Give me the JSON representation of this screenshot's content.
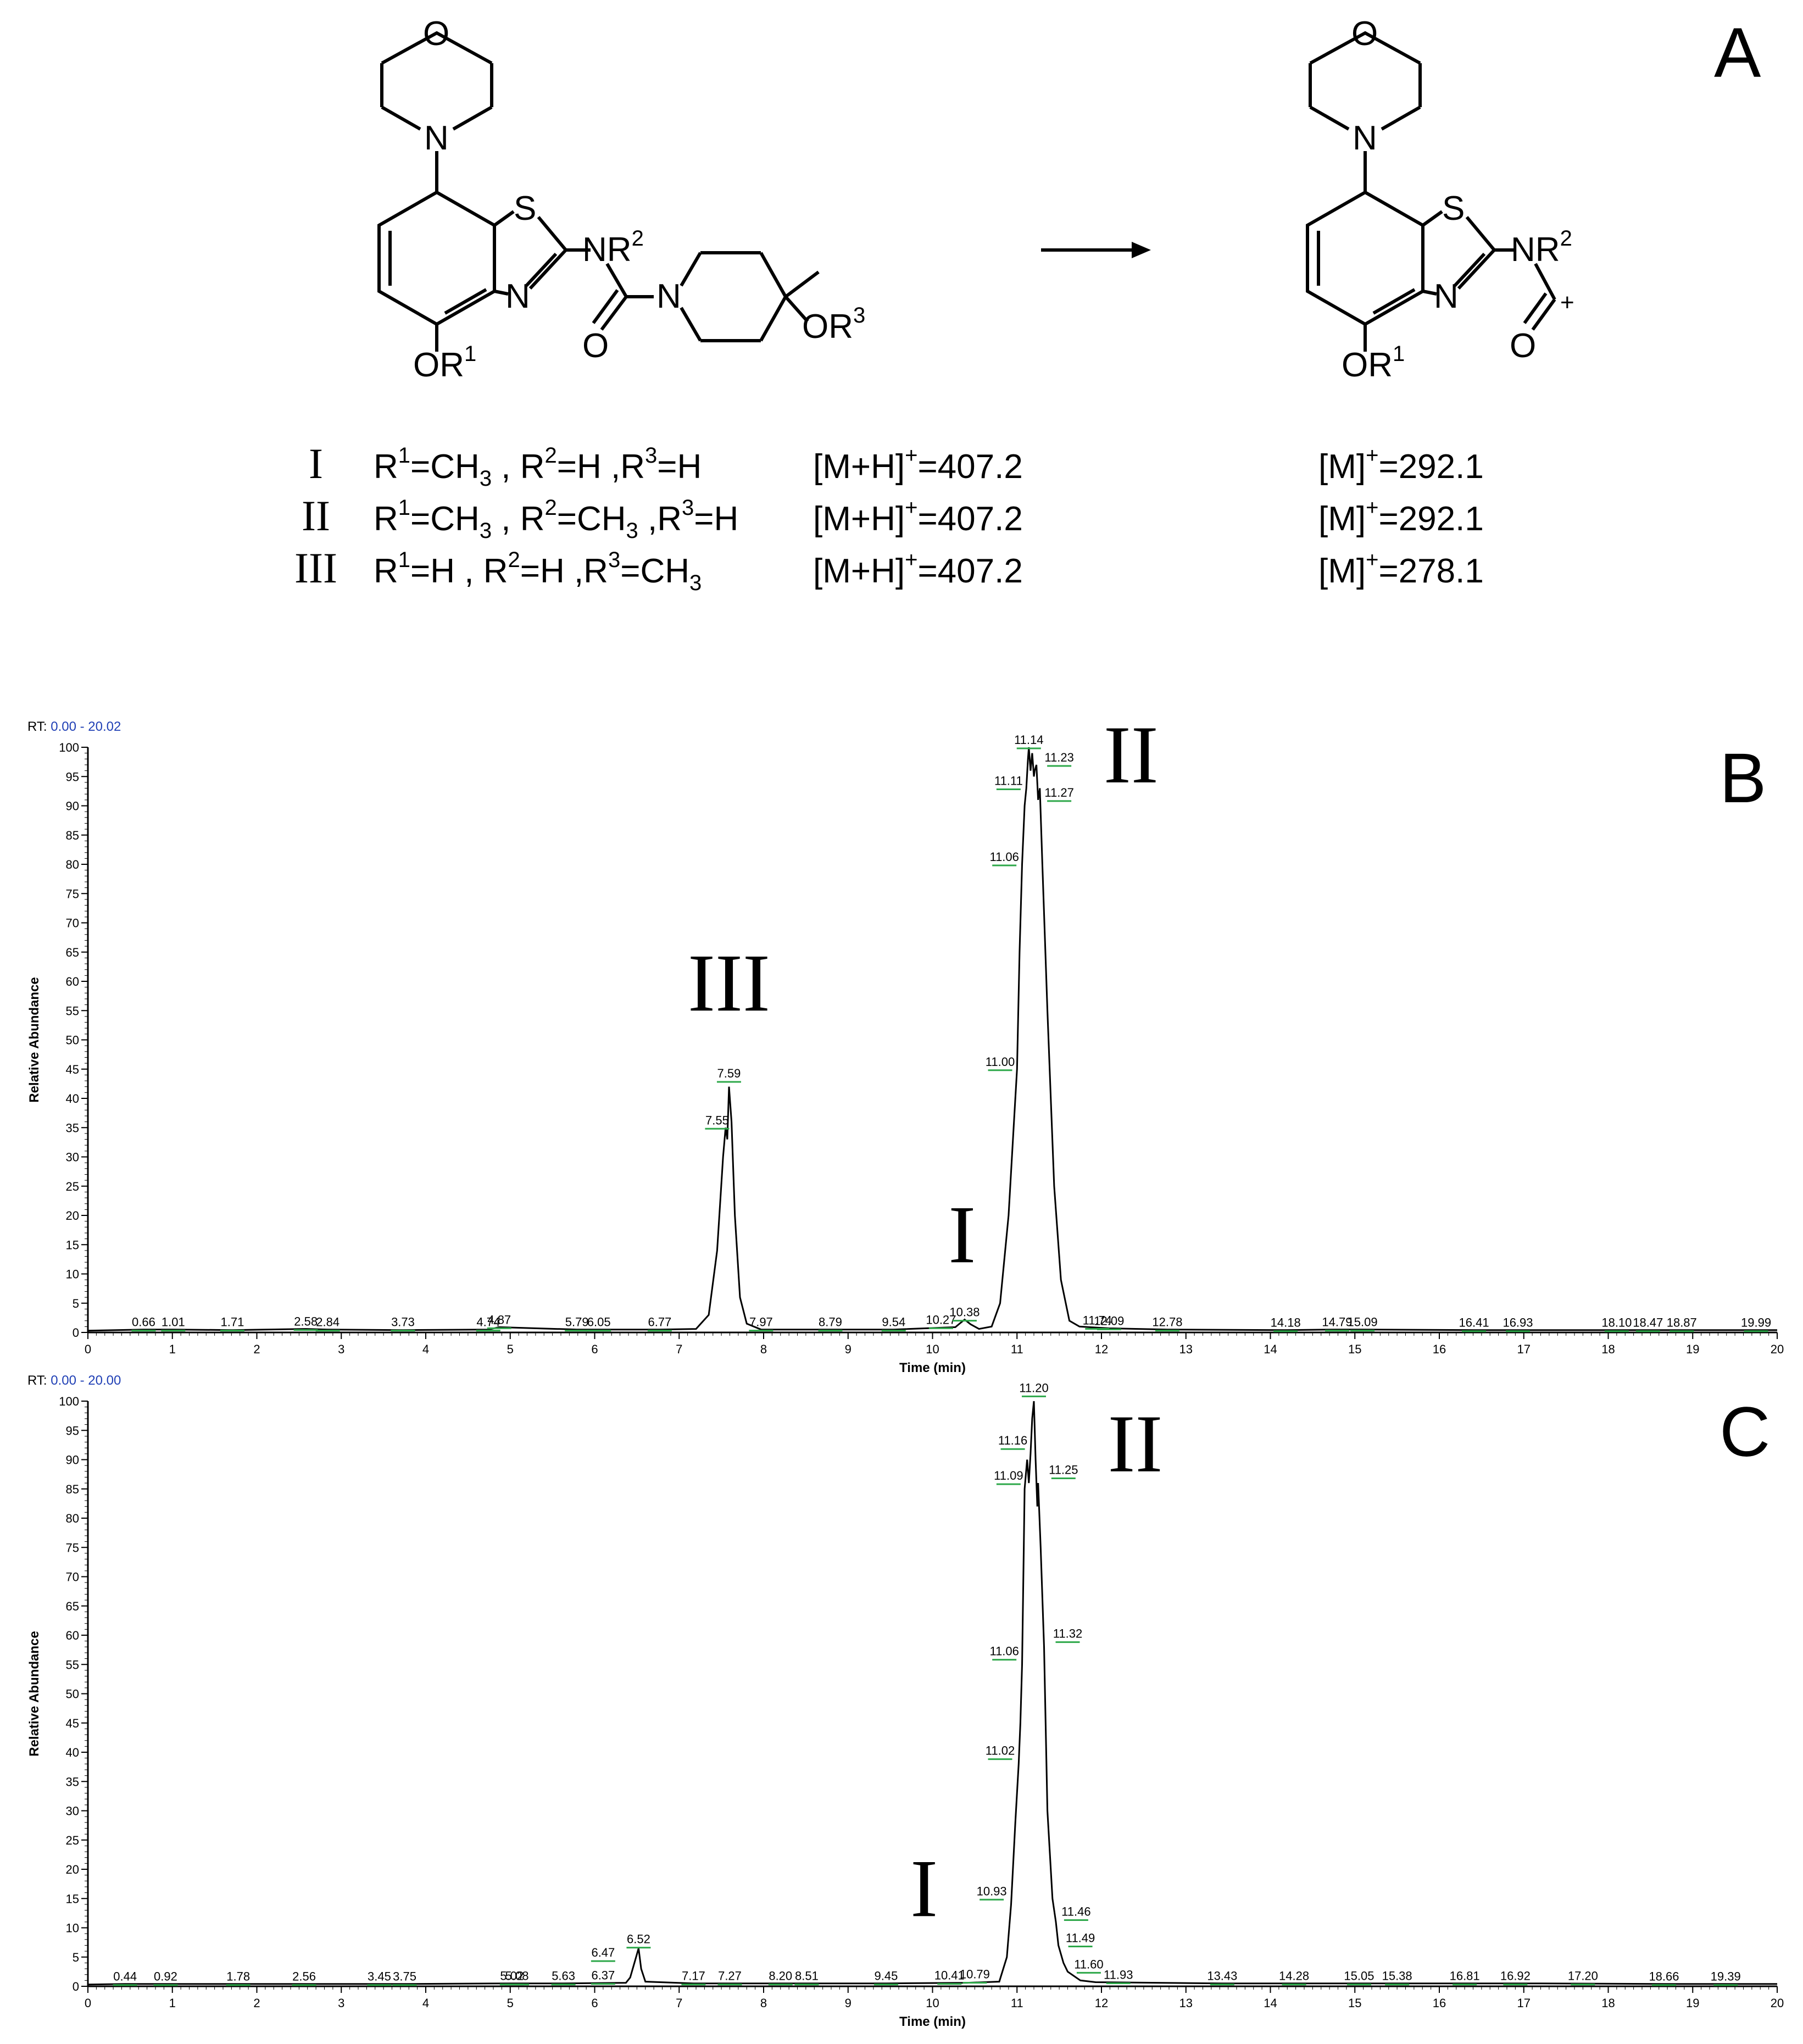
{
  "panel_a": {
    "letter": "A",
    "reactant_substituents": {
      "r1": "OR",
      "r1_sup": "1",
      "r2": "NR",
      "r2_sup": "2",
      "r3": "OR",
      "r3_sup": "3",
      "carbonyl_o": "O",
      "s": "S",
      "n_ring": "N",
      "n_amide": "N",
      "morph_o": "O",
      "morph_n": "N"
    },
    "product_substituents": {
      "r1": "OR",
      "r1_sup": "1",
      "r2": "NR",
      "r2_sup": "2",
      "acylium_o": "O",
      "charge": "+",
      "s": "S",
      "n_ring": "N",
      "morph_o": "O",
      "morph_n": "N"
    },
    "compounds": [
      {
        "id": "I",
        "r1": "CH",
        "r1_sub": "3",
        "r2": "H",
        "r2_sub": "",
        "r3": "H",
        "r3_sub": "",
        "precursor": "407.2",
        "product": "292.1"
      },
      {
        "id": "II",
        "r1": "CH",
        "r1_sub": "3",
        "r2": "CH",
        "r2_sub": "3",
        "r3": "H",
        "r3_sub": "",
        "precursor": "407.2",
        "product": "292.1"
      },
      {
        "id": "III",
        "r1": "H",
        "r1_sub": "",
        "r2": "H",
        "r2_sub": "",
        "r3": "CH",
        "r3_sub": "3",
        "precursor": "407.2",
        "product": "278.1"
      }
    ],
    "precursor_label": "[M+H]",
    "precursor_sup": "+",
    "product_label": "[M]",
    "product_sup": "+"
  },
  "chart_data": [
    {
      "type": "line",
      "panel": "B",
      "rt_label": "RT:",
      "rt_range": "0.00 - 20.02",
      "xlabel": "Time (min)",
      "ylabel": "Relative Abundance",
      "xlim": [
        0,
        20
      ],
      "ylim": [
        0,
        100
      ],
      "peak_labels": [
        {
          "text": "III",
          "x": 7.59,
          "y": 55
        },
        {
          "text": "I",
          "x": 10.35,
          "y": 12
        },
        {
          "text": "II",
          "x": 12.35,
          "y": 94
        }
      ],
      "trace": [
        [
          0,
          0.3
        ],
        [
          0.66,
          0.5
        ],
        [
          1.01,
          0.5
        ],
        [
          1.71,
          0.4
        ],
        [
          2.58,
          0.6
        ],
        [
          2.84,
          0.5
        ],
        [
          3.73,
          0.4
        ],
        [
          4.74,
          0.5
        ],
        [
          4.87,
          0.9
        ],
        [
          5.79,
          0.5
        ],
        [
          6.05,
          0.5
        ],
        [
          6.77,
          0.5
        ],
        [
          7.2,
          0.6
        ],
        [
          7.35,
          3
        ],
        [
          7.45,
          14
        ],
        [
          7.52,
          30
        ],
        [
          7.55,
          35
        ],
        [
          7.57,
          33
        ],
        [
          7.59,
          42
        ],
        [
          7.62,
          36
        ],
        [
          7.66,
          20
        ],
        [
          7.72,
          6
        ],
        [
          7.8,
          1.5
        ],
        [
          7.97,
          0.5
        ],
        [
          8.79,
          0.5
        ],
        [
          9.54,
          0.5
        ],
        [
          10.27,
          0.9
        ],
        [
          10.32,
          1.5
        ],
        [
          10.38,
          2.2
        ],
        [
          10.45,
          1.4
        ],
        [
          10.55,
          0.6
        ],
        [
          10.7,
          1
        ],
        [
          10.8,
          5
        ],
        [
          10.9,
          20
        ],
        [
          10.96,
          35
        ],
        [
          11.0,
          45
        ],
        [
          11.03,
          65
        ],
        [
          11.06,
          80
        ],
        [
          11.09,
          90
        ],
        [
          11.11,
          93
        ],
        [
          11.13,
          98
        ],
        [
          11.14,
          100
        ],
        [
          11.16,
          96
        ],
        [
          11.18,
          99
        ],
        [
          11.2,
          95
        ],
        [
          11.21,
          96
        ],
        [
          11.23,
          97
        ],
        [
          11.25,
          91
        ],
        [
          11.27,
          93
        ],
        [
          11.3,
          80
        ],
        [
          11.36,
          55
        ],
        [
          11.44,
          25
        ],
        [
          11.52,
          9
        ],
        [
          11.62,
          2
        ],
        [
          11.74,
          1
        ],
        [
          12.09,
          0.7
        ],
        [
          12.78,
          0.5
        ],
        [
          14.18,
          0.4
        ],
        [
          14.79,
          0.5
        ],
        [
          15.09,
          0.5
        ],
        [
          16.41,
          0.4
        ],
        [
          16.93,
          0.4
        ],
        [
          18.1,
          0.4
        ],
        [
          18.47,
          0.4
        ],
        [
          18.87,
          0.4
        ],
        [
          19.99,
          0.4
        ],
        [
          20,
          0.4
        ]
      ],
      "annotations": [
        {
          "text": "0.66",
          "x": 0.66,
          "y": 0.5
        },
        {
          "text": "1.01",
          "x": 1.01,
          "y": 0.5
        },
        {
          "text": "1.71",
          "x": 1.71,
          "y": 0.5
        },
        {
          "text": "2.58",
          "x": 2.58,
          "y": 0.6
        },
        {
          "text": "2.84",
          "x": 2.84,
          "y": 0.5
        },
        {
          "text": "3.73",
          "x": 3.73,
          "y": 0.5
        },
        {
          "text": "4.74",
          "x": 4.74,
          "y": 0.5
        },
        {
          "text": "4.87",
          "x": 4.87,
          "y": 0.9
        },
        {
          "text": "5.79",
          "x": 5.79,
          "y": 0.5
        },
        {
          "text": "6.05",
          "x": 6.05,
          "y": 0.5
        },
        {
          "text": "6.77",
          "x": 6.77,
          "y": 0.5
        },
        {
          "text": "7.55",
          "x": 7.45,
          "y": 35
        },
        {
          "text": "7.59",
          "x": 7.59,
          "y": 43
        },
        {
          "text": "7.97",
          "x": 7.97,
          "y": 0.5
        },
        {
          "text": "8.79",
          "x": 8.79,
          "y": 0.5
        },
        {
          "text": "9.54",
          "x": 9.54,
          "y": 0.5
        },
        {
          "text": "10.27",
          "x": 10.1,
          "y": 0.9
        },
        {
          "text": "10.38",
          "x": 10.38,
          "y": 2.2
        },
        {
          "text": "11.00",
          "x": 10.8,
          "y": 45
        },
        {
          "text": "11.06",
          "x": 10.85,
          "y": 80
        },
        {
          "text": "11.11",
          "x": 10.9,
          "y": 93
        },
        {
          "text": "11.14",
          "x": 11.14,
          "y": 100
        },
        {
          "text": "11.23",
          "x": 11.5,
          "y": 97
        },
        {
          "text": "11.27",
          "x": 11.5,
          "y": 91
        },
        {
          "text": "11.74",
          "x": 11.95,
          "y": 0.8
        },
        {
          "text": "12.09",
          "x": 12.09,
          "y": 0.7
        },
        {
          "text": "12.78",
          "x": 12.78,
          "y": 0.5
        },
        {
          "text": "14.18",
          "x": 14.18,
          "y": 0.4
        },
        {
          "text": "14.79",
          "x": 14.79,
          "y": 0.5
        },
        {
          "text": "15.09",
          "x": 15.09,
          "y": 0.5
        },
        {
          "text": "16.41",
          "x": 16.41,
          "y": 0.4
        },
        {
          "text": "16.93",
          "x": 16.93,
          "y": 0.4
        },
        {
          "text": "18.10",
          "x": 18.1,
          "y": 0.4
        },
        {
          "text": "18.47",
          "x": 18.47,
          "y": 0.4
        },
        {
          "text": "18.87",
          "x": 18.87,
          "y": 0.4
        },
        {
          "text": "19.99",
          "x": 19.75,
          "y": 0.4
        }
      ]
    },
    {
      "type": "line",
      "panel": "C",
      "rt_label": "RT:",
      "rt_range": "0.00 - 20.00",
      "xlabel": "Time (min)",
      "ylabel": "Relative Abundance",
      "xlim": [
        0,
        20
      ],
      "ylim": [
        0,
        100
      ],
      "peak_labels": [
        {
          "text": "I",
          "x": 9.9,
          "y": 12
        },
        {
          "text": "II",
          "x": 12.4,
          "y": 88
        }
      ],
      "trace": [
        [
          0,
          0.3
        ],
        [
          0.44,
          0.4
        ],
        [
          0.92,
          0.4
        ],
        [
          1.78,
          0.4
        ],
        [
          2.56,
          0.4
        ],
        [
          3.45,
          0.4
        ],
        [
          3.75,
          0.4
        ],
        [
          5.02,
          0.5
        ],
        [
          5.08,
          0.5
        ],
        [
          5.63,
          0.5
        ],
        [
          6.37,
          0.6
        ],
        [
          6.42,
          1.5
        ],
        [
          6.47,
          4
        ],
        [
          6.5,
          5.5
        ],
        [
          6.52,
          6.5
        ],
        [
          6.55,
          3
        ],
        [
          6.6,
          0.8
        ],
        [
          7.17,
          0.5
        ],
        [
          7.27,
          0.5
        ],
        [
          8.2,
          0.5
        ],
        [
          8.51,
          0.5
        ],
        [
          9.45,
          0.5
        ],
        [
          10.41,
          0.6
        ],
        [
          10.79,
          0.8
        ],
        [
          10.88,
          5
        ],
        [
          10.93,
          14
        ],
        [
          10.98,
          28
        ],
        [
          11.02,
          38
        ],
        [
          11.04,
          45
        ],
        [
          11.06,
          55
        ],
        [
          11.08,
          75
        ],
        [
          11.09,
          85
        ],
        [
          11.12,
          90
        ],
        [
          11.14,
          86
        ],
        [
          11.16,
          91
        ],
        [
          11.18,
          97
        ],
        [
          11.2,
          100
        ],
        [
          11.22,
          90
        ],
        [
          11.24,
          82
        ],
        [
          11.25,
          86
        ],
        [
          11.28,
          75
        ],
        [
          11.32,
          58
        ],
        [
          11.36,
          30
        ],
        [
          11.42,
          15
        ],
        [
          11.46,
          11
        ],
        [
          11.49,
          7
        ],
        [
          11.55,
          4
        ],
        [
          11.6,
          2.5
        ],
        [
          11.75,
          1
        ],
        [
          11.93,
          0.7
        ],
        [
          13.43,
          0.5
        ],
        [
          14.28,
          0.5
        ],
        [
          15.05,
          0.5
        ],
        [
          15.38,
          0.5
        ],
        [
          16.81,
          0.5
        ],
        [
          16.92,
          0.5
        ],
        [
          17.2,
          0.5
        ],
        [
          18.66,
          0.4
        ],
        [
          19.39,
          0.4
        ],
        [
          20,
          0.4
        ]
      ],
      "annotations": [
        {
          "text": "0.44",
          "x": 0.44,
          "y": 0.4
        },
        {
          "text": "0.92",
          "x": 0.92,
          "y": 0.4
        },
        {
          "text": "1.78",
          "x": 1.78,
          "y": 0.4
        },
        {
          "text": "2.56",
          "x": 2.56,
          "y": 0.4
        },
        {
          "text": "3.45",
          "x": 3.45,
          "y": 0.4
        },
        {
          "text": "3.75",
          "x": 3.75,
          "y": 0.4
        },
        {
          "text": "5.02",
          "x": 5.02,
          "y": 0.5
        },
        {
          "text": "5.08",
          "x": 5.08,
          "y": 0.5
        },
        {
          "text": "5.63",
          "x": 5.63,
          "y": 0.5
        },
        {
          "text": "6.37",
          "x": 6.1,
          "y": 0.6
        },
        {
          "text": "6.47",
          "x": 6.1,
          "y": 4.5
        },
        {
          "text": "6.52",
          "x": 6.52,
          "y": 6.8
        },
        {
          "text": "7.17",
          "x": 7.17,
          "y": 0.5
        },
        {
          "text": "7.27",
          "x": 7.6,
          "y": 0.5
        },
        {
          "text": "8.20",
          "x": 8.2,
          "y": 0.5
        },
        {
          "text": "8.51",
          "x": 8.51,
          "y": 0.5
        },
        {
          "text": "9.45",
          "x": 9.45,
          "y": 0.5
        },
        {
          "text": "10.41",
          "x": 10.2,
          "y": 0.6
        },
        {
          "text": "10.79",
          "x": 10.5,
          "y": 0.8
        },
        {
          "text": "10.93",
          "x": 10.7,
          "y": 15
        },
        {
          "text": "11.02",
          "x": 10.8,
          "y": 39
        },
        {
          "text": "11.06",
          "x": 10.85,
          "y": 56
        },
        {
          "text": "11.09",
          "x": 10.9,
          "y": 86
        },
        {
          "text": "11.16",
          "x": 10.95,
          "y": 92
        },
        {
          "text": "11.20",
          "x": 11.2,
          "y": 101
        },
        {
          "text": "11.25",
          "x": 11.55,
          "y": 87
        },
        {
          "text": "11.32",
          "x": 11.6,
          "y": 59
        },
        {
          "text": "11.46",
          "x": 11.7,
          "y": 11.5
        },
        {
          "text": "11.49",
          "x": 11.75,
          "y": 7
        },
        {
          "text": "11.60",
          "x": 11.85,
          "y": 2.5
        },
        {
          "text": "11.93",
          "x": 12.2,
          "y": 0.7
        },
        {
          "text": "13.43",
          "x": 13.43,
          "y": 0.5
        },
        {
          "text": "14.28",
          "x": 14.28,
          "y": 0.5
        },
        {
          "text": "15.05",
          "x": 15.05,
          "y": 0.5
        },
        {
          "text": "15.38",
          "x": 15.5,
          "y": 0.5
        },
        {
          "text": "16.81",
          "x": 16.3,
          "y": 0.5
        },
        {
          "text": "16.92",
          "x": 16.9,
          "y": 0.5
        },
        {
          "text": "17.20",
          "x": 17.7,
          "y": 0.5
        },
        {
          "text": "18.66",
          "x": 18.66,
          "y": 0.4
        },
        {
          "text": "19.39",
          "x": 19.39,
          "y": 0.4
        }
      ]
    }
  ],
  "colors": {
    "trace": "#000000",
    "rt_range": "#1f3fb5",
    "annotation_tick": "#2ea84a"
  }
}
